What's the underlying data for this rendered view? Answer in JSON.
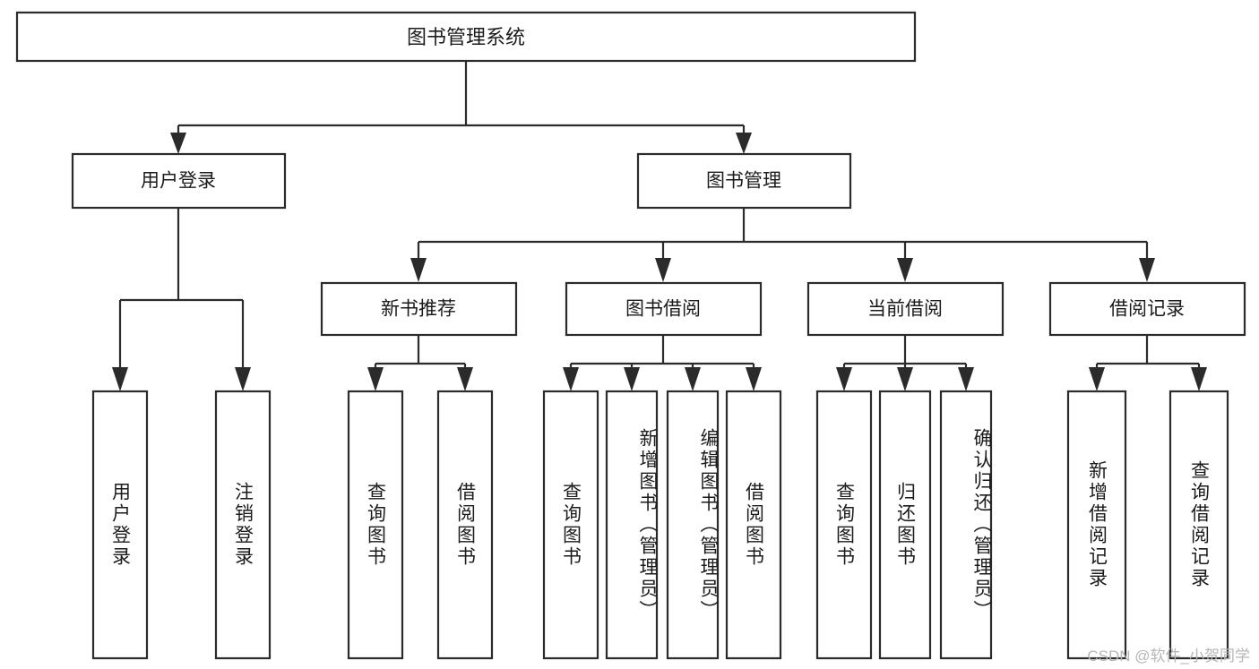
{
  "diagram": {
    "type": "tree-hierarchy-chart",
    "title": "图书管理系统",
    "watermark": "CSDN @软件_小贺同学",
    "colors": {
      "stroke": "#2b2b2b",
      "fill": "#ffffff",
      "text": "#1b1b1b",
      "watermark": "#b6b6b6"
    },
    "root": {
      "label": "图书管理系统"
    },
    "level2": [
      {
        "id": "user-login",
        "label": "用户登录"
      },
      {
        "id": "book-manage",
        "label": "图书管理"
      }
    ],
    "level3": [
      {
        "id": "new-book-recommend",
        "label": "新书推荐",
        "parent": "book-manage"
      },
      {
        "id": "book-borrow",
        "label": "图书借阅",
        "parent": "book-manage"
      },
      {
        "id": "current-borrow",
        "label": "当前借阅",
        "parent": "book-manage"
      },
      {
        "id": "borrow-record",
        "label": "借阅记录",
        "parent": "book-manage"
      }
    ],
    "leaves": [
      {
        "id": "leaf-user-login",
        "label": "用户登录",
        "parent": "user-login"
      },
      {
        "id": "leaf-user-logout",
        "label": "注销登录",
        "parent": "user-login"
      },
      {
        "id": "leaf-query-book-1",
        "label": "查询图书",
        "parent": "new-book-recommend"
      },
      {
        "id": "leaf-borrow-book-1",
        "label": "借阅图书",
        "parent": "new-book-recommend"
      },
      {
        "id": "leaf-query-book-2",
        "label": "查询图书",
        "parent": "book-borrow"
      },
      {
        "id": "leaf-add-book",
        "label": "新增图书（管理员）",
        "parent": "book-borrow"
      },
      {
        "id": "leaf-edit-book",
        "label": "编辑图书（管理员）",
        "parent": "book-borrow"
      },
      {
        "id": "leaf-borrow-book-2",
        "label": "借阅图书",
        "parent": "book-borrow"
      },
      {
        "id": "leaf-query-book-3",
        "label": "查询图书",
        "parent": "current-borrow"
      },
      {
        "id": "leaf-return-book",
        "label": "归还图书",
        "parent": "current-borrow"
      },
      {
        "id": "leaf-confirm-return",
        "label": "确认归还（管理员）",
        "parent": "current-borrow"
      },
      {
        "id": "leaf-add-record",
        "label": "新增借阅记录",
        "parent": "borrow-record"
      },
      {
        "id": "leaf-query-record",
        "label": "查询借阅记录",
        "parent": "borrow-record"
      }
    ]
  }
}
